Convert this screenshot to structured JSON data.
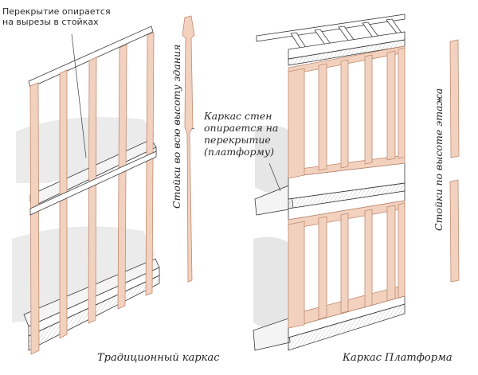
{
  "labels": {
    "left_note": [
      "Перекрытие опирается",
      "на вырезы в стойках"
    ],
    "left_vertical": "Стойки во всю высоту здания",
    "left_caption": "Традиционный каркас",
    "middle_note": [
      "Каркас стен",
      "опирается на",
      "перекрытие",
      "(платформу)"
    ],
    "right_vertical": "Стойки по высоте этажа",
    "right_caption": "Каркас Платформа"
  },
  "colors": {
    "stud_fill": "#f2d2be",
    "stud_edge": "#c89a82",
    "floor_fill": "#eeeeee",
    "shadow": "#d8d8d8",
    "line": "#3a3a3a",
    "joist_fill": "#ffffff"
  }
}
